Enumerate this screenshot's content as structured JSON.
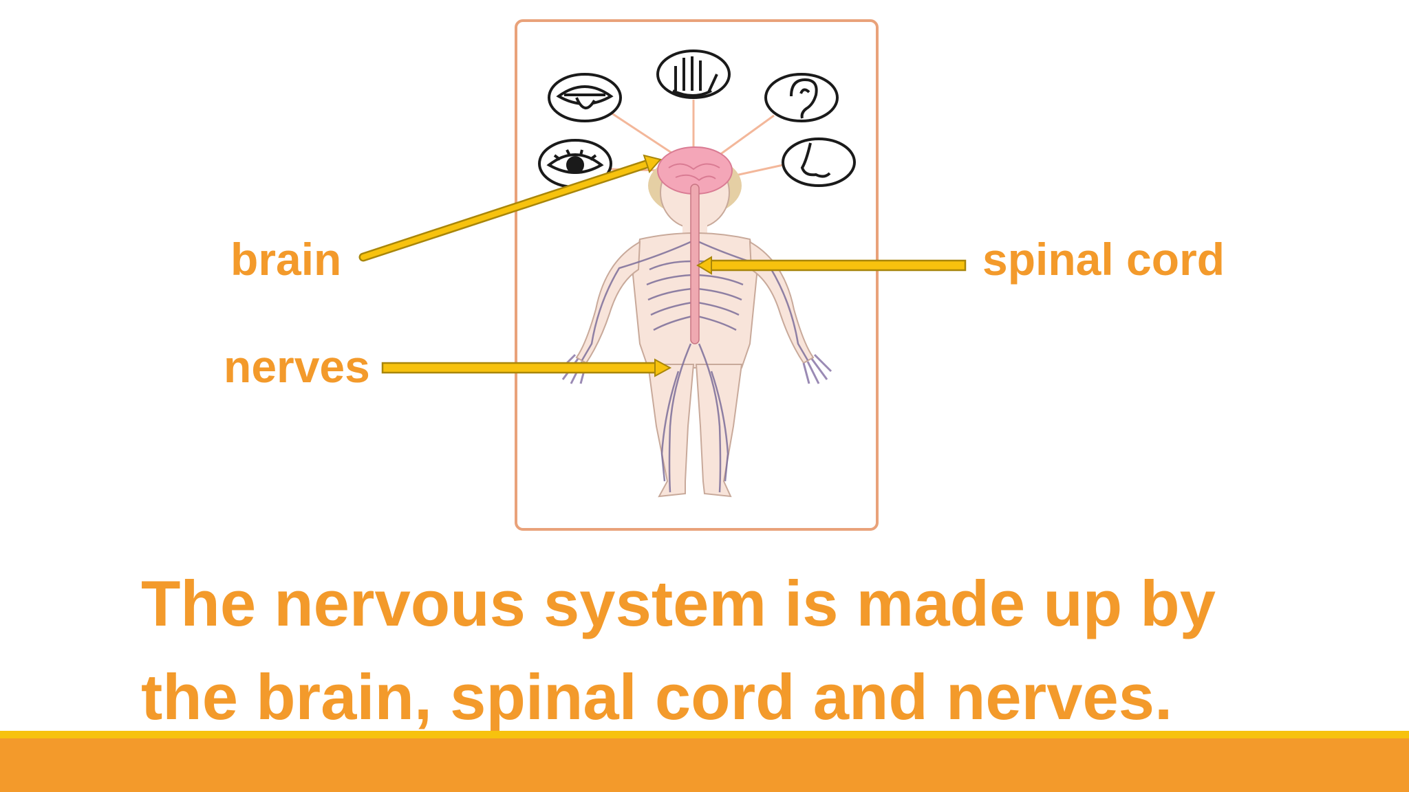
{
  "labels": {
    "brain": "brain",
    "spinal_cord": "spinal cord",
    "nerves": "nerves"
  },
  "caption": {
    "line1": "The nervous system is made up by",
    "line2": "the brain, spinal cord and nerves."
  },
  "colors": {
    "text_orange": "#F39A2B",
    "arrow_fill": "#F7C20E",
    "arrow_outline": "#A8860A",
    "frame_border": "#E9A27A",
    "footer_stripe": "#F7C20E",
    "footer_bar": "#F39A2B",
    "connector_lines": "#F3B79A",
    "brain_pink": "#F4A6B8",
    "nerve_purple": "#7C6E9A",
    "body_skin": "#F8E4DA"
  },
  "icons": [
    "tongue-icon",
    "hand-icon",
    "ear-icon",
    "eye-icon",
    "nose-icon"
  ]
}
